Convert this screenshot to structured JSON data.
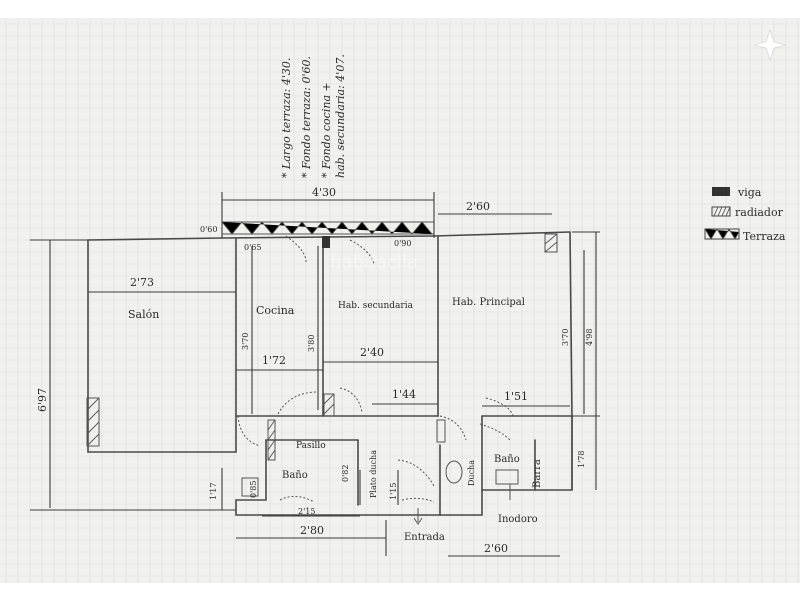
{
  "notes": {
    "line1": "* Largo terraza: 4'30.",
    "line2": "* Fondo terraza: 0'60.",
    "line3": "* Fondo cocina +",
    "line4": "hab. secundaria: 4'07."
  },
  "legend": {
    "viga": "viga",
    "radiador": "radiador",
    "terraza": "Terraza"
  },
  "rooms": {
    "salon": "Salón",
    "cocina": "Cocina",
    "hab_secundaria": "Hab. secundaria",
    "hab_principal": "Hab. Principal",
    "bano1": "Baño",
    "bano2": "Baño",
    "pasillo": "Pasillo",
    "plato_ducha": "Plato ducha",
    "barra": "Barra",
    "inodoro": "Inodoro",
    "entrada": "Entrada",
    "ducha": "Ducha"
  },
  "dims": {
    "terraza_largo": "4'30",
    "terraza_fondo": "0'60",
    "d_260_top": "2'60",
    "d_065": "0'65",
    "d_090": "0'90",
    "d_273": "2'73",
    "d_697": "6'97",
    "d_370_cocina": "3'70",
    "d_380": "3'80",
    "d_172": "1'72",
    "d_240": "2'40",
    "d_144": "1'44",
    "d_151": "1'51",
    "d_370_right": "3'70",
    "d_498": "4'98",
    "d_178": "1'78",
    "d_117": "1'17",
    "d_085": "0'85",
    "d_082": "0'82",
    "d_115": "1'15",
    "d_215": "2'15",
    "d_280": "2'80",
    "d_260_bottom": "2'60"
  },
  "watermark": "habitaclia"
}
